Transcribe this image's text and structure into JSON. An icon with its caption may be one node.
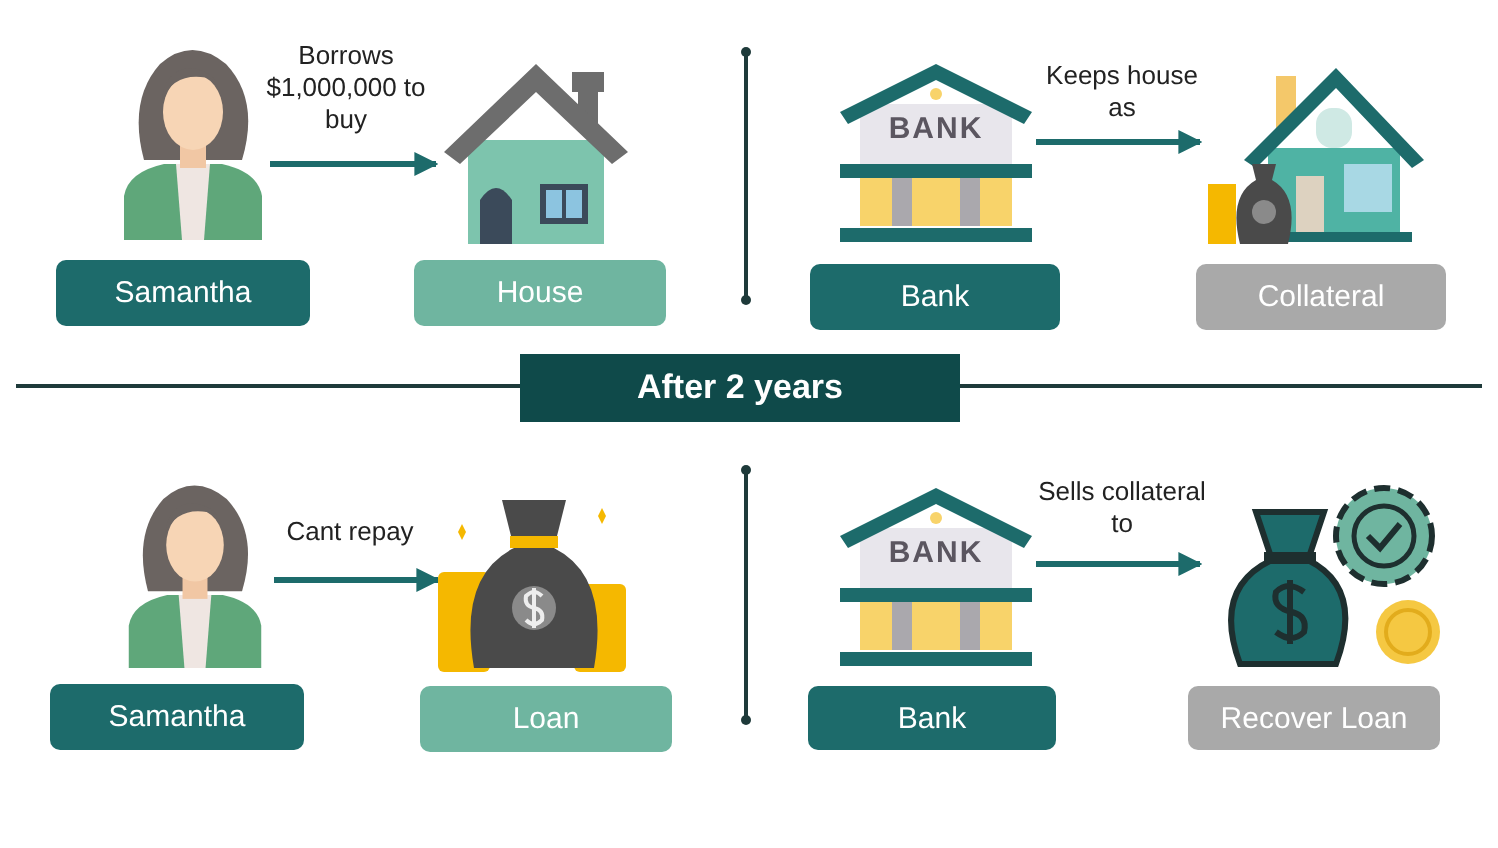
{
  "diagram": {
    "nodes": [
      {
        "text": [],
        "shape": "person"
      },
      {
        "text": [
          "Samantha"
        ]
      },
      {
        "text": [],
        "shape": "picture"
      },
      {
        "text": [
          "House"
        ]
      },
      {
        "text": [
          "BANK"
        ]
      },
      {
        "text": [
          "Bank"
        ]
      },
      {
        "text": [],
        "shape": "picture"
      },
      {
        "text": [
          "Collateral"
        ]
      },
      {
        "text": [
          "After 2 years"
        ]
      },
      {
        "text": [],
        "shape": "person"
      },
      {
        "text": [
          "Samantha"
        ]
      },
      {
        "text": [],
        "shape": "picture"
      },
      {
        "text": [
          "Loan"
        ]
      },
      {
        "text": [
          "BANK"
        ]
      },
      {
        "text": [
          "Bank"
        ]
      },
      {
        "text": [],
        "shape": "picture"
      },
      {
        "text": [
          "Recover Loan"
        ]
      }
    ],
    "edges": [
      {
        "from": 0,
        "to": 2,
        "arrow": "to",
        "label": "Borrows $1,000,000 to buy"
      },
      {
        "from": 4,
        "to": 6,
        "arrow": "to",
        "label": "Keeps house as"
      },
      {
        "from": 9,
        "to": 11,
        "arrow": "to",
        "label": "Cant repay"
      },
      {
        "from": 13,
        "to": 15,
        "arrow": "to",
        "label": "Sells collateral to"
      }
    ]
  }
}
